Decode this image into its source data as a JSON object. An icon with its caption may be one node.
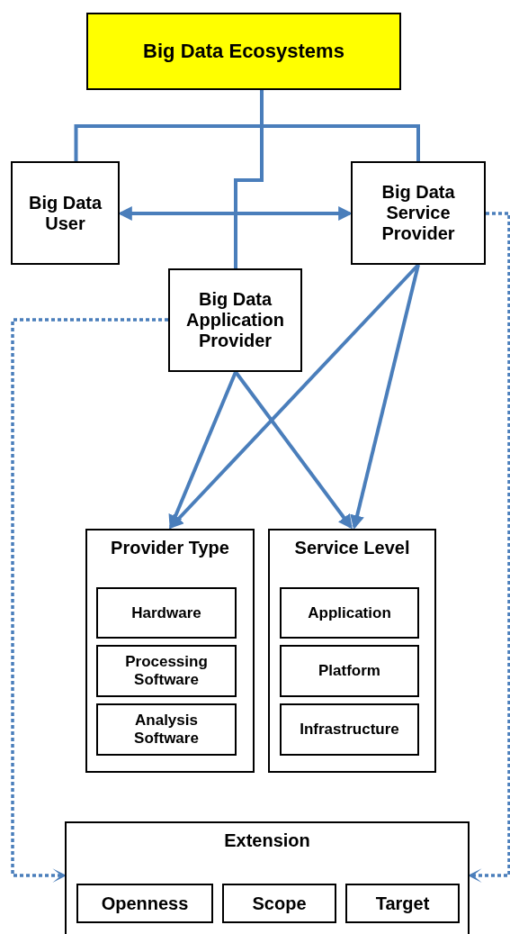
{
  "diagram": {
    "nodes": [
      {
        "text": [
          "Big Data Ecosystems"
        ]
      },
      {
        "text": [
          "Big Data User"
        ]
      },
      {
        "text": [
          "Big Data Service Provider"
        ]
      },
      {
        "text": [
          "Big Data Application Provider"
        ]
      },
      {
        "text": [
          "Provider Type"
        ]
      },
      {
        "text": [
          "Hardware"
        ],
        "in": 4
      },
      {
        "text": [
          "Processing Software"
        ],
        "in": 4
      },
      {
        "text": [
          "Analysis Software"
        ],
        "in": 4
      },
      {
        "text": [
          "Service Level"
        ]
      },
      {
        "text": [
          "Application"
        ],
        "in": 8
      },
      {
        "text": [
          "Platform"
        ],
        "in": 8
      },
      {
        "text": [
          "Infrastructure"
        ],
        "in": 8
      },
      {
        "text": [
          "Extension"
        ]
      },
      {
        "text": [
          "Openness"
        ],
        "in": 12
      },
      {
        "text": [
          "Scope"
        ],
        "in": 12
      },
      {
        "text": [
          "Target"
        ],
        "in": 12
      }
    ],
    "edges": [
      {
        "from": 0,
        "to": 1,
        "arrow": "none"
      },
      {
        "from": 0,
        "to": 2,
        "arrow": "none"
      },
      {
        "from": 0,
        "to": 3,
        "arrow": "none"
      },
      {
        "from": 1,
        "to": 2,
        "arrow": "both"
      },
      {
        "from": 3,
        "to": 4,
        "arrow": "to"
      },
      {
        "from": 3,
        "to": 8,
        "arrow": "to"
      },
      {
        "from": 2,
        "to": 4,
        "arrow": "to"
      },
      {
        "from": 2,
        "to": 8,
        "arrow": "to"
      },
      {
        "from": 2,
        "to": 12,
        "arrow": "to",
        "style": "dashed"
      },
      {
        "from": 3,
        "to": 12,
        "arrow": "to",
        "style": "dashed"
      }
    ]
  }
}
